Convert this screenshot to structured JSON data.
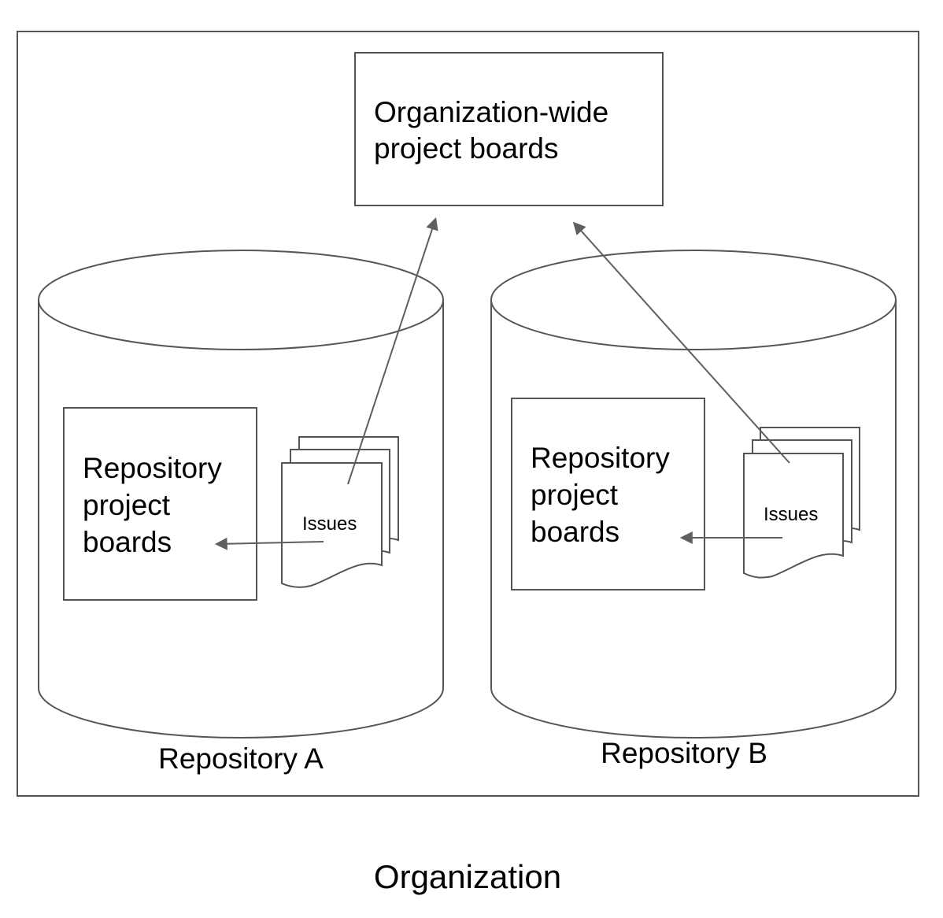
{
  "organization": {
    "label": "Organization",
    "org_board": {
      "line1": "Organization-wide",
      "line2": "project boards"
    },
    "repos": [
      {
        "name": "Repository A",
        "board": {
          "line1": "Repository",
          "line2": "project",
          "line3": "boards"
        },
        "issues_label": "Issues"
      },
      {
        "name": "Repository B",
        "board": {
          "line1": "Repository",
          "line2": "project",
          "line3": "boards"
        },
        "issues_label": "Issues"
      }
    ]
  },
  "colors": {
    "stroke": "#555555",
    "arrow": "#5f5f5f",
    "background": "#ffffff"
  }
}
